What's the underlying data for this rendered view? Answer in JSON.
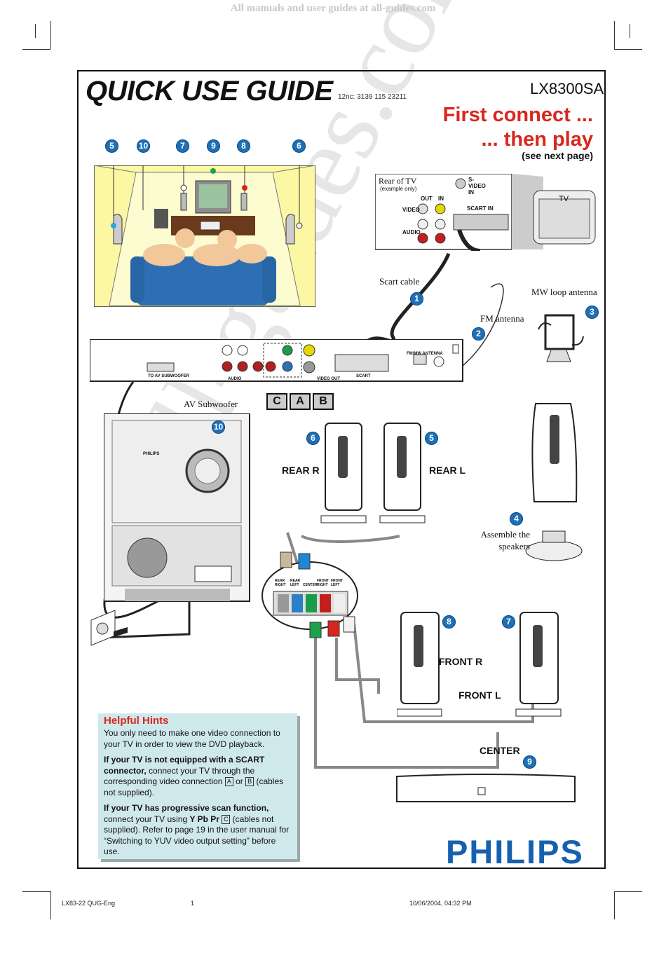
{
  "banner": "All manuals and user guides at all-guides.com",
  "header": {
    "title": "QUICK USE GUIDE",
    "code": "12nc: 3139 115 23211",
    "model": "LX8300SA",
    "first_connect": "First connect ...",
    "then_play": "... then play",
    "see_next": "(see next page)"
  },
  "room_badges": [
    "5",
    "10",
    "7",
    "9",
    "8",
    "6"
  ],
  "tv_panel": {
    "rear_of_tv": "Rear of TV",
    "example_only": "(example only)",
    "s_video_in": "S-VIDEO IN",
    "out": "OUT",
    "in": "IN",
    "video": "VIDEO",
    "audio": "AUDIO",
    "scart_in": "SCART IN",
    "tv": "TV"
  },
  "labels": {
    "scart_cable": "Scart cable",
    "mw_loop": "MW loop antenna",
    "fm_antenna": "FM antenna",
    "av_subwoofer": "AV Subwoofer",
    "rear_r": "REAR R",
    "rear_l": "REAR L",
    "assemble": "Assemble the speakers",
    "front_r": "FRONT R",
    "front_l": "FRONT L",
    "center": "CENTER",
    "to_av_subwoofer": "TO AV SUBWOOFER",
    "scart": "SCART",
    "video_out": "VIDEO OUT",
    "fm_mw_antenna": "FM/MW ANTENNA",
    "audio": "AUDIO",
    "brand_small": "PHILIPS"
  },
  "steps": {
    "scart": "1",
    "fm": "2",
    "mw": "3",
    "assemble": "4",
    "rear_l": "5",
    "rear_r": "6",
    "front_l": "7",
    "front_r": "8",
    "center": "9",
    "sub": "10"
  },
  "keys": [
    "C",
    "A",
    "B"
  ],
  "connector_labels": [
    "REAR RIGHT",
    "REAR LEFT",
    "CENTER",
    "FRONT RIGHT",
    "FRONT LEFT"
  ],
  "hints": {
    "title": "Helpful Hints",
    "p1": "You only need to make one video connection to your TV in order to view the DVD playback.",
    "p2_bold": "If your TV is not equipped with a SCART connector,",
    "p2_rest": " connect your TV through the corresponding video connection ",
    "p2_a": "A",
    "p2_or": " or ",
    "p2_b": "B",
    "p2_end": " (cables not supplied).",
    "p3_bold": "If your TV has progressive scan function,",
    "p3_rest": " connect your TV using ",
    "p3_ypbpr": "Y Pb Pr",
    "p3_c": "C",
    "p3_end": " (cables not supplied). Refer to page 19 in the user manual for “Switching to YUV video output setting” before use."
  },
  "brand": "PHILIPS",
  "watermark": "all-guides.com",
  "footer": {
    "left": "LX83-22 QUG-Eng",
    "page": "1",
    "date": "10/06/2004, 04:32 PM"
  }
}
